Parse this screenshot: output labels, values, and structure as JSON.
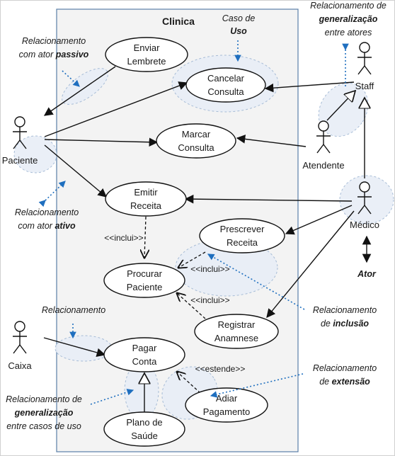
{
  "system": {
    "title": "Clinica"
  },
  "use_cases": {
    "enviar_lembrete": [
      "Enviar",
      "Lembrete"
    ],
    "cancelar_consulta": [
      "Cancelar",
      "Consulta"
    ],
    "marcar_consulta": [
      "Marcar",
      "Consulta"
    ],
    "emitir_receita": [
      "Emitir",
      "Receita"
    ],
    "prescrever_receita": [
      "Prescrever",
      "Receita"
    ],
    "procurar_paciente": [
      "Procurar",
      "Paciente"
    ],
    "registrar_anamnese": [
      "Registrar",
      "Anamnese"
    ],
    "pagar_conta": [
      "Pagar",
      "Conta"
    ],
    "adiar_pagamento": [
      "Adiar",
      "Pagamento"
    ],
    "plano_saude": [
      "Plano de",
      "Saúde"
    ]
  },
  "actors": {
    "paciente": "Paciente",
    "caixa": "Caixa",
    "staff": "Staff",
    "atendente": "Atendente",
    "medico": "Médico"
  },
  "relations": {
    "inclui_1": "<<inclui>>",
    "inclui_2": "<<inclui>>",
    "inclui_3": "<<inclui>>",
    "estende": "<<estende>>"
  },
  "annotations": {
    "caso_de_uso": [
      "Caso de",
      "Uso"
    ],
    "gen_atores": [
      "Relacionamento de",
      "generalização",
      "entre atores"
    ],
    "ator_passivo": [
      "Relacionamento",
      "com ator ",
      "passivo"
    ],
    "ator_ativo": [
      "Relacionamento",
      "com ator ",
      "ativo"
    ],
    "ator": "Ator",
    "rel_inclusao": [
      "Relacionamento",
      "de ",
      "inclusão"
    ],
    "relacionamento": "Relacionamento",
    "rel_extensao": [
      "Relacionamento",
      "de ",
      "extensão"
    ],
    "gen_casos": [
      "Relacionamento de",
      "generalização",
      "entre casos de uso"
    ]
  }
}
